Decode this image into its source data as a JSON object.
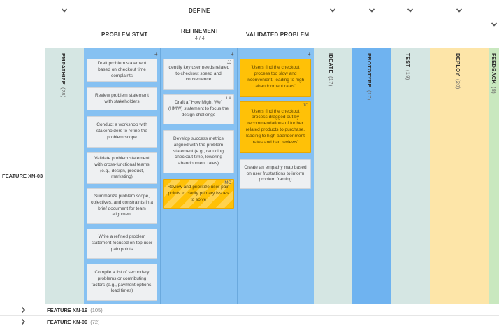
{
  "header": {
    "define_label": "DEFINE",
    "sub_columns": {
      "problem_stmt": "PROBLEM STMT",
      "refinement": "REFINEMENT",
      "refinement_count": "4 / 4",
      "validated_problem": "VALIDATED PROBLEM"
    }
  },
  "stages": {
    "empathize": {
      "name": "EMPATHIZE",
      "count": "(28)"
    },
    "ideate": {
      "name": "IDEATE",
      "count": "(17)"
    },
    "prototype": {
      "name": "PROTOTYPE",
      "count": "(17)"
    },
    "test": {
      "name": "TEST",
      "count": "(19)"
    },
    "deploy": {
      "name": "DEPLOY",
      "count": "(20)"
    },
    "feedback": {
      "name": "FEEDBACK",
      "count": "(8)"
    }
  },
  "colors": {
    "empathize": "#d5e6e3",
    "define": "#86c1f2",
    "ideate": "#d5e6e3",
    "prototype": "#6fb3f0",
    "test": "#d5e6e3",
    "deploy": "#fde5a8",
    "feedback": "#c9e8bf",
    "card_yellow": "#ffc107"
  },
  "swimlane": {
    "label": "FEATURE XN-03",
    "problem_stmt_cards": [
      {
        "text": "Draft problem statement based on checkout time complaints",
        "initials": ""
      },
      {
        "text": "Review problem statement with stakeholders",
        "initials": ""
      },
      {
        "text": "Conduct a workshop with stakeholders to refine the problem scope",
        "initials": ""
      },
      {
        "text": "Validate problem statement with cross-functional teams (e.g., design, product, marketing)",
        "initials": ""
      },
      {
        "text": "Summarize problem scope, objectives, and constraints in a brief document for team alignment",
        "initials": ""
      },
      {
        "text": "Write a refined problem statement focused on top user pain points",
        "initials": ""
      },
      {
        "text": "Compile a list of secondary problems or contributing factors (e.g., payment options, load times)",
        "initials": ""
      }
    ],
    "refinement_cards": [
      {
        "text": "Identify key user needs related to checkout speed and convenience",
        "initials": "JJ"
      },
      {
        "text": "Draft a \"How Might We\" (HMW) statement to focus the design challenge",
        "initials": "LA"
      },
      {
        "text": "Develop success metrics aligned with the problem statement (e.g., reducing checkout time, lowering abandonment rates)",
        "initials": ""
      },
      {
        "text": "Review and prioritize user pain points to clarify primary issues to solve",
        "initials": "MO"
      }
    ],
    "validated_cards": [
      {
        "text": "'Users find the checkout process too slow and inconvenient, leading to high abandonment rates'",
        "initials": ""
      },
      {
        "text": "'Users find the checkout process dragged out by recommendations of further related products to purchase, leading to high abandonment rates and bad reviews'",
        "initials": "JO"
      },
      {
        "text": "Create an empathy map based on user frustrations to inform problem framing",
        "initials": ""
      }
    ]
  },
  "collapsed_rows": [
    {
      "label": "FEATURE XN-19",
      "count": "(105)"
    },
    {
      "label": "FEATURE XN-09",
      "count": "(72)"
    }
  ],
  "plus_symbol": "+"
}
